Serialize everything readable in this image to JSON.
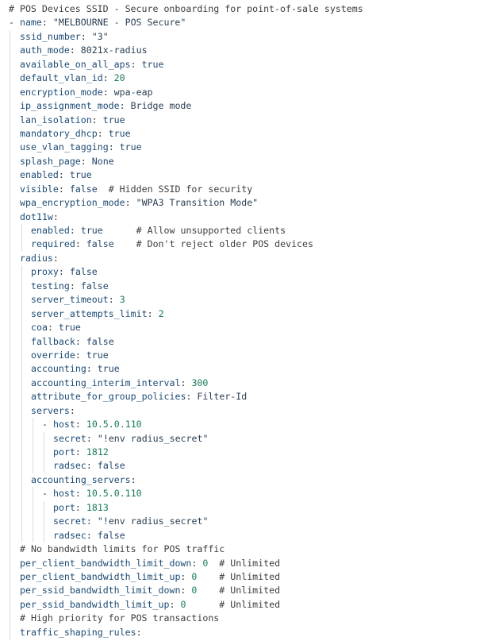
{
  "editor": {
    "language": "yaml",
    "colors": {
      "key": "#1d4b73",
      "string": "#2b3f52",
      "number": "#1a7a55",
      "boolean": "#24476a",
      "comment": "#3d3d3d",
      "indent_guide": "#dcdcdc"
    },
    "lines": [
      {
        "indent": 0,
        "guides": [],
        "tokens": [
          {
            "t": "c",
            "v": "# POS Devices SSID - Secure onboarding for point-of-sale systems"
          }
        ]
      },
      {
        "indent": 0,
        "guides": [],
        "tokens": [
          {
            "t": "d",
            "v": "- "
          },
          {
            "t": "k",
            "v": "name"
          },
          {
            "t": "p",
            "v": ": "
          },
          {
            "t": "s",
            "v": "\"MELBOURNE - POS Secure\""
          }
        ]
      },
      {
        "indent": 2,
        "guides": [
          1
        ],
        "tokens": [
          {
            "t": "k",
            "v": "ssid_number"
          },
          {
            "t": "p",
            "v": ": "
          },
          {
            "t": "s",
            "v": "\"3\""
          }
        ]
      },
      {
        "indent": 2,
        "guides": [
          1
        ],
        "tokens": [
          {
            "t": "k",
            "v": "auth_mode"
          },
          {
            "t": "p",
            "v": ": "
          },
          {
            "t": "s",
            "v": "8021x-radius"
          }
        ]
      },
      {
        "indent": 2,
        "guides": [
          1
        ],
        "tokens": [
          {
            "t": "k",
            "v": "available_on_all_aps"
          },
          {
            "t": "p",
            "v": ": "
          },
          {
            "t": "b",
            "v": "true"
          }
        ]
      },
      {
        "indent": 2,
        "guides": [
          1
        ],
        "tokens": [
          {
            "t": "k",
            "v": "default_vlan_id"
          },
          {
            "t": "p",
            "v": ": "
          },
          {
            "t": "n",
            "v": "20"
          }
        ]
      },
      {
        "indent": 2,
        "guides": [
          1
        ],
        "tokens": [
          {
            "t": "k",
            "v": "encryption_mode"
          },
          {
            "t": "p",
            "v": ": "
          },
          {
            "t": "s",
            "v": "wpa-eap"
          }
        ]
      },
      {
        "indent": 2,
        "guides": [
          1
        ],
        "tokens": [
          {
            "t": "k",
            "v": "ip_assignment_mode"
          },
          {
            "t": "p",
            "v": ": "
          },
          {
            "t": "s",
            "v": "Bridge mode"
          }
        ]
      },
      {
        "indent": 2,
        "guides": [
          1
        ],
        "tokens": [
          {
            "t": "k",
            "v": "lan_isolation"
          },
          {
            "t": "p",
            "v": ": "
          },
          {
            "t": "b",
            "v": "true"
          }
        ]
      },
      {
        "indent": 2,
        "guides": [
          1
        ],
        "tokens": [
          {
            "t": "k",
            "v": "mandatory_dhcp"
          },
          {
            "t": "p",
            "v": ": "
          },
          {
            "t": "b",
            "v": "true"
          }
        ]
      },
      {
        "indent": 2,
        "guides": [
          1
        ],
        "tokens": [
          {
            "t": "k",
            "v": "use_vlan_tagging"
          },
          {
            "t": "p",
            "v": ": "
          },
          {
            "t": "b",
            "v": "true"
          }
        ]
      },
      {
        "indent": 2,
        "guides": [
          1
        ],
        "tokens": [
          {
            "t": "k",
            "v": "splash_page"
          },
          {
            "t": "p",
            "v": ": "
          },
          {
            "t": "b",
            "v": "None"
          }
        ]
      },
      {
        "indent": 2,
        "guides": [
          1
        ],
        "tokens": [
          {
            "t": "k",
            "v": "enabled"
          },
          {
            "t": "p",
            "v": ": "
          },
          {
            "t": "b",
            "v": "true"
          }
        ]
      },
      {
        "indent": 2,
        "guides": [
          1
        ],
        "tokens": [
          {
            "t": "k",
            "v": "visible"
          },
          {
            "t": "p",
            "v": ": "
          },
          {
            "t": "b",
            "v": "false"
          },
          {
            "t": "c",
            "v": "  # Hidden SSID for security"
          }
        ]
      },
      {
        "indent": 2,
        "guides": [
          1
        ],
        "tokens": [
          {
            "t": "k",
            "v": "wpa_encryption_mode"
          },
          {
            "t": "p",
            "v": ": "
          },
          {
            "t": "s",
            "v": "\"WPA3 Transition Mode\""
          }
        ]
      },
      {
        "indent": 2,
        "guides": [
          1
        ],
        "tokens": [
          {
            "t": "k",
            "v": "dot11w"
          },
          {
            "t": "p",
            "v": ":"
          }
        ]
      },
      {
        "indent": 4,
        "guides": [
          1,
          2
        ],
        "tokens": [
          {
            "t": "k",
            "v": "enabled"
          },
          {
            "t": "p",
            "v": ": "
          },
          {
            "t": "b",
            "v": "true"
          },
          {
            "t": "c",
            "v": "      # Allow unsupported clients"
          }
        ]
      },
      {
        "indent": 4,
        "guides": [
          1,
          2
        ],
        "tokens": [
          {
            "t": "k",
            "v": "required"
          },
          {
            "t": "p",
            "v": ": "
          },
          {
            "t": "b",
            "v": "false"
          },
          {
            "t": "c",
            "v": "    # Don't reject older POS devices"
          }
        ]
      },
      {
        "indent": 2,
        "guides": [
          1
        ],
        "tokens": [
          {
            "t": "k",
            "v": "radius"
          },
          {
            "t": "p",
            "v": ":"
          }
        ]
      },
      {
        "indent": 4,
        "guides": [
          1,
          2
        ],
        "tokens": [
          {
            "t": "k",
            "v": "proxy"
          },
          {
            "t": "p",
            "v": ": "
          },
          {
            "t": "b",
            "v": "false"
          }
        ]
      },
      {
        "indent": 4,
        "guides": [
          1,
          2
        ],
        "tokens": [
          {
            "t": "k",
            "v": "testing"
          },
          {
            "t": "p",
            "v": ": "
          },
          {
            "t": "b",
            "v": "false"
          }
        ]
      },
      {
        "indent": 4,
        "guides": [
          1,
          2
        ],
        "tokens": [
          {
            "t": "k",
            "v": "server_timeout"
          },
          {
            "t": "p",
            "v": ": "
          },
          {
            "t": "n",
            "v": "3"
          }
        ]
      },
      {
        "indent": 4,
        "guides": [
          1,
          2
        ],
        "tokens": [
          {
            "t": "k",
            "v": "server_attempts_limit"
          },
          {
            "t": "p",
            "v": ": "
          },
          {
            "t": "n",
            "v": "2"
          }
        ]
      },
      {
        "indent": 4,
        "guides": [
          1,
          2
        ],
        "tokens": [
          {
            "t": "k",
            "v": "coa"
          },
          {
            "t": "p",
            "v": ": "
          },
          {
            "t": "b",
            "v": "true"
          }
        ]
      },
      {
        "indent": 4,
        "guides": [
          1,
          2
        ],
        "tokens": [
          {
            "t": "k",
            "v": "fallback"
          },
          {
            "t": "p",
            "v": ": "
          },
          {
            "t": "b",
            "v": "false"
          }
        ]
      },
      {
        "indent": 4,
        "guides": [
          1,
          2
        ],
        "tokens": [
          {
            "t": "k",
            "v": "override"
          },
          {
            "t": "p",
            "v": ": "
          },
          {
            "t": "b",
            "v": "true"
          }
        ]
      },
      {
        "indent": 4,
        "guides": [
          1,
          2
        ],
        "tokens": [
          {
            "t": "k",
            "v": "accounting"
          },
          {
            "t": "p",
            "v": ": "
          },
          {
            "t": "b",
            "v": "true"
          }
        ]
      },
      {
        "indent": 4,
        "guides": [
          1,
          2
        ],
        "tokens": [
          {
            "t": "k",
            "v": "accounting_interim_interval"
          },
          {
            "t": "p",
            "v": ": "
          },
          {
            "t": "n",
            "v": "300"
          }
        ]
      },
      {
        "indent": 4,
        "guides": [
          1,
          2
        ],
        "tokens": [
          {
            "t": "k",
            "v": "attribute_for_group_policies"
          },
          {
            "t": "p",
            "v": ": "
          },
          {
            "t": "s",
            "v": "Filter-Id"
          }
        ]
      },
      {
        "indent": 4,
        "guides": [
          1,
          2
        ],
        "tokens": [
          {
            "t": "k",
            "v": "servers"
          },
          {
            "t": "p",
            "v": ":"
          }
        ]
      },
      {
        "indent": 6,
        "guides": [
          1,
          2,
          3
        ],
        "tokens": [
          {
            "t": "d",
            "v": "- "
          },
          {
            "t": "k",
            "v": "host"
          },
          {
            "t": "p",
            "v": ": "
          },
          {
            "t": "n",
            "v": "10.5.0.110"
          }
        ]
      },
      {
        "indent": 8,
        "guides": [
          1,
          2,
          3,
          4
        ],
        "tokens": [
          {
            "t": "k",
            "v": "secret"
          },
          {
            "t": "p",
            "v": ": "
          },
          {
            "t": "s",
            "v": "\"!env radius_secret\""
          }
        ]
      },
      {
        "indent": 8,
        "guides": [
          1,
          2,
          3,
          4
        ],
        "tokens": [
          {
            "t": "k",
            "v": "port"
          },
          {
            "t": "p",
            "v": ": "
          },
          {
            "t": "n",
            "v": "1812"
          }
        ]
      },
      {
        "indent": 8,
        "guides": [
          1,
          2,
          3,
          4
        ],
        "tokens": [
          {
            "t": "k",
            "v": "radsec"
          },
          {
            "t": "p",
            "v": ": "
          },
          {
            "t": "b",
            "v": "false"
          }
        ]
      },
      {
        "indent": 4,
        "guides": [
          1,
          2
        ],
        "tokens": [
          {
            "t": "k",
            "v": "accounting_servers"
          },
          {
            "t": "p",
            "v": ":"
          }
        ]
      },
      {
        "indent": 6,
        "guides": [
          1,
          2,
          3
        ],
        "tokens": [
          {
            "t": "d",
            "v": "- "
          },
          {
            "t": "k",
            "v": "host"
          },
          {
            "t": "p",
            "v": ": "
          },
          {
            "t": "n",
            "v": "10.5.0.110"
          }
        ]
      },
      {
        "indent": 8,
        "guides": [
          1,
          2,
          3,
          4
        ],
        "tokens": [
          {
            "t": "k",
            "v": "port"
          },
          {
            "t": "p",
            "v": ": "
          },
          {
            "t": "n",
            "v": "1813"
          }
        ]
      },
      {
        "indent": 8,
        "guides": [
          1,
          2,
          3,
          4
        ],
        "tokens": [
          {
            "t": "k",
            "v": "secret"
          },
          {
            "t": "p",
            "v": ": "
          },
          {
            "t": "s",
            "v": "\"!env radius_secret\""
          }
        ]
      },
      {
        "indent": 8,
        "guides": [
          1,
          2,
          3,
          4
        ],
        "tokens": [
          {
            "t": "k",
            "v": "radsec"
          },
          {
            "t": "p",
            "v": ": "
          },
          {
            "t": "b",
            "v": "false"
          }
        ]
      },
      {
        "indent": 2,
        "guides": [
          1
        ],
        "tokens": [
          {
            "t": "c",
            "v": "# No bandwidth limits for POS traffic"
          }
        ]
      },
      {
        "indent": 2,
        "guides": [
          1
        ],
        "tokens": [
          {
            "t": "k",
            "v": "per_client_bandwidth_limit_down"
          },
          {
            "t": "p",
            "v": ": "
          },
          {
            "t": "n",
            "v": "0"
          },
          {
            "t": "c",
            "v": "  # Unlimited"
          }
        ]
      },
      {
        "indent": 2,
        "guides": [
          1
        ],
        "tokens": [
          {
            "t": "k",
            "v": "per_client_bandwidth_limit_up"
          },
          {
            "t": "p",
            "v": ": "
          },
          {
            "t": "n",
            "v": "0"
          },
          {
            "t": "c",
            "v": "    # Unlimited"
          }
        ]
      },
      {
        "indent": 2,
        "guides": [
          1
        ],
        "tokens": [
          {
            "t": "k",
            "v": "per_ssid_bandwidth_limit_down"
          },
          {
            "t": "p",
            "v": ": "
          },
          {
            "t": "n",
            "v": "0"
          },
          {
            "t": "c",
            "v": "    # Unlimited"
          }
        ]
      },
      {
        "indent": 2,
        "guides": [
          1
        ],
        "tokens": [
          {
            "t": "k",
            "v": "per_ssid_bandwidth_limit_up"
          },
          {
            "t": "p",
            "v": ": "
          },
          {
            "t": "n",
            "v": "0"
          },
          {
            "t": "c",
            "v": "      # Unlimited"
          }
        ]
      },
      {
        "indent": 2,
        "guides": [
          1
        ],
        "tokens": [
          {
            "t": "c",
            "v": "# High priority for POS transactions"
          }
        ]
      },
      {
        "indent": 2,
        "guides": [
          1
        ],
        "tokens": [
          {
            "t": "k",
            "v": "traffic_shaping_rules"
          },
          {
            "t": "p",
            "v": ":"
          }
        ]
      }
    ]
  }
}
